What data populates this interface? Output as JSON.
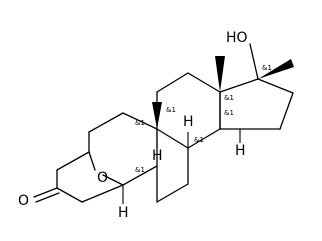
{
  "molecule": {
    "atoms": {
      "oh": "HO",
      "carbonyl_o": "O",
      "ring_o": "O",
      "h_c8": "H",
      "h_c9": "H",
      "h_c14": "H",
      "h_c5": "H"
    },
    "stereo_labels": {
      "c17": "&1",
      "c13": "&1",
      "c14": "&1",
      "c8": "&1",
      "c9": "&1",
      "c10": "&1",
      "c5": "&1"
    }
  }
}
